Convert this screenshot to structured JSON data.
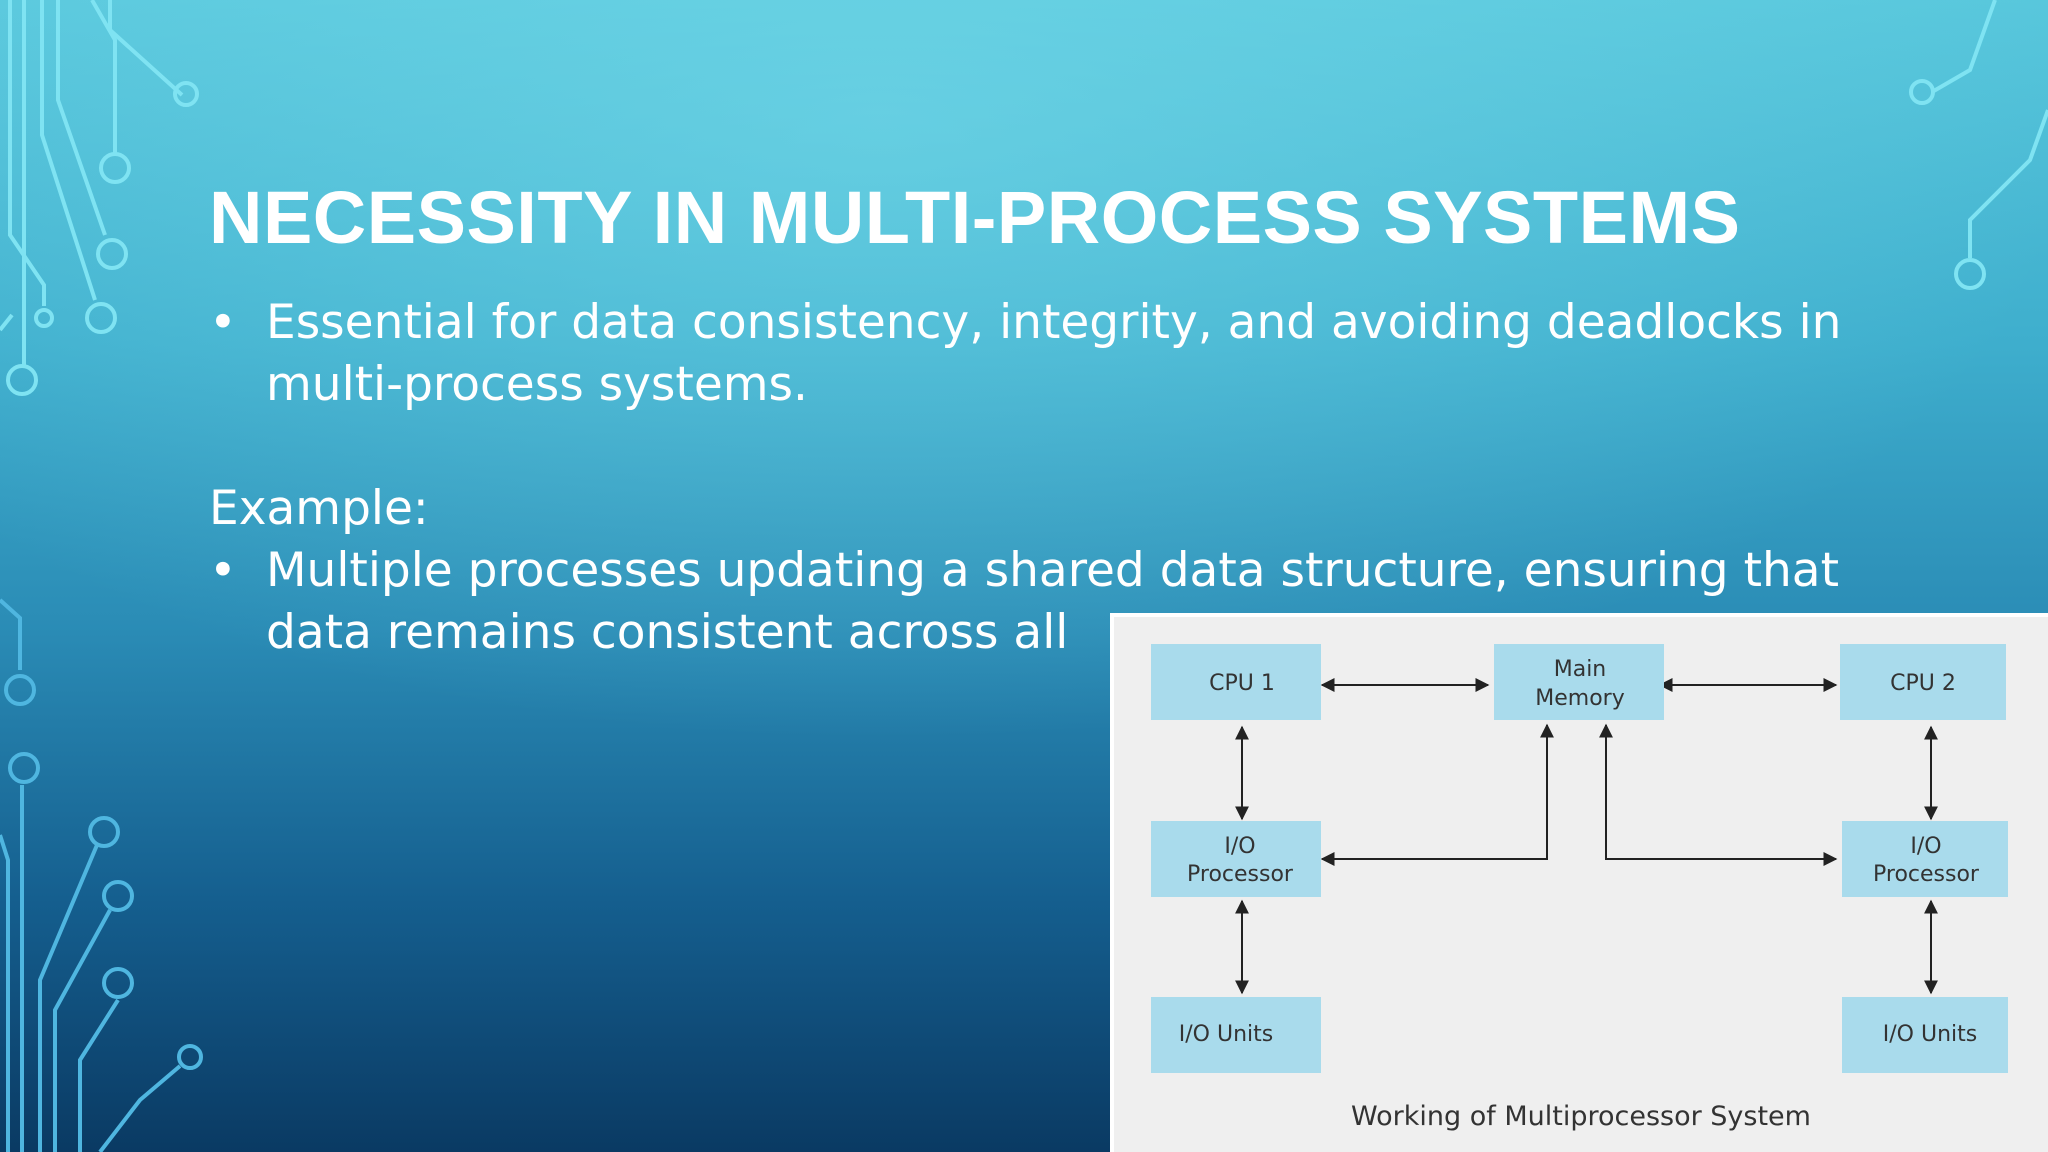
{
  "slide": {
    "title": "NECESSITY IN MULTI-PROCESS SYSTEMS",
    "bullet_symbol": "•",
    "bullet1_line1": "Essential for data consistency, integrity, and avoiding deadlocks in",
    "bullet1_line2": "multi-process systems.",
    "example_label": "Example:",
    "bullet2_line1": "Multiple processes updating a shared data structure, ensuring that",
    "bullet2_line2": "data remains consistent across all"
  },
  "diagram": {
    "caption": "Working of Multiprocessor System",
    "box_color": "#a9dbec",
    "nodes": {
      "cpu1": "CPU 1",
      "main_memory_line1": "Main",
      "main_memory_line2": "Memory",
      "cpu2": "CPU 2",
      "io_proc_left_line1": "I/O",
      "io_proc_left_line2": "Processor",
      "io_proc_right_line1": "I/O",
      "io_proc_right_line2": "Processor",
      "io_units_left": "I/O Units",
      "io_units_right": "I/O Units"
    }
  }
}
